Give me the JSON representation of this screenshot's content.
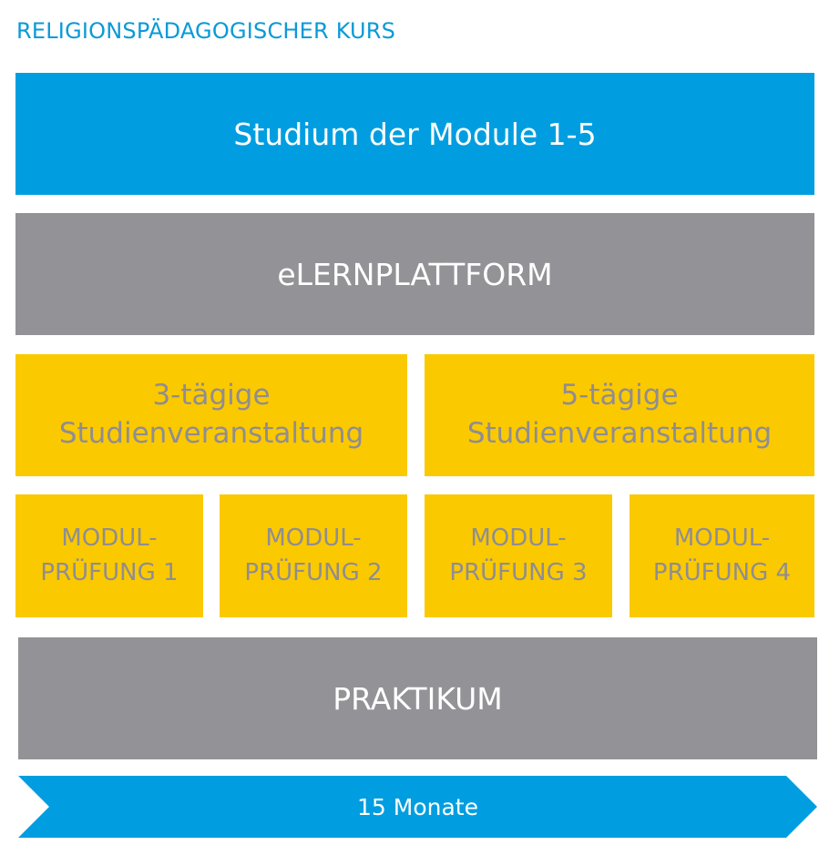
{
  "title": "RELIGIONSPÄDAGOGISCHER KURS",
  "studium": "Studium der Module 1-5",
  "elern": "eLERNPLATTFORM",
  "veranstaltungen": [
    {
      "line1": "3-tägige",
      "line2": "Studienveranstaltung"
    },
    {
      "line1": "5-tägige",
      "line2": "Studienveranstaltung"
    }
  ],
  "pruefungen": [
    {
      "line1": "MODUL-",
      "line2": "PRÜFUNG 1"
    },
    {
      "line1": "MODUL-",
      "line2": "PRÜFUNG 2"
    },
    {
      "line1": "MODUL-",
      "line2": "PRÜFUNG 3"
    },
    {
      "line1": "MODUL-",
      "line2": "PRÜFUNG 4"
    }
  ],
  "praktikum": "PRAKTIKUM",
  "dauer": "15 Monate",
  "colors": {
    "blue": "#009ee0",
    "grey": "#939296",
    "yellow": "#fbc900",
    "yellow_text": "#8f8d92",
    "title": "#0a9ad6"
  }
}
